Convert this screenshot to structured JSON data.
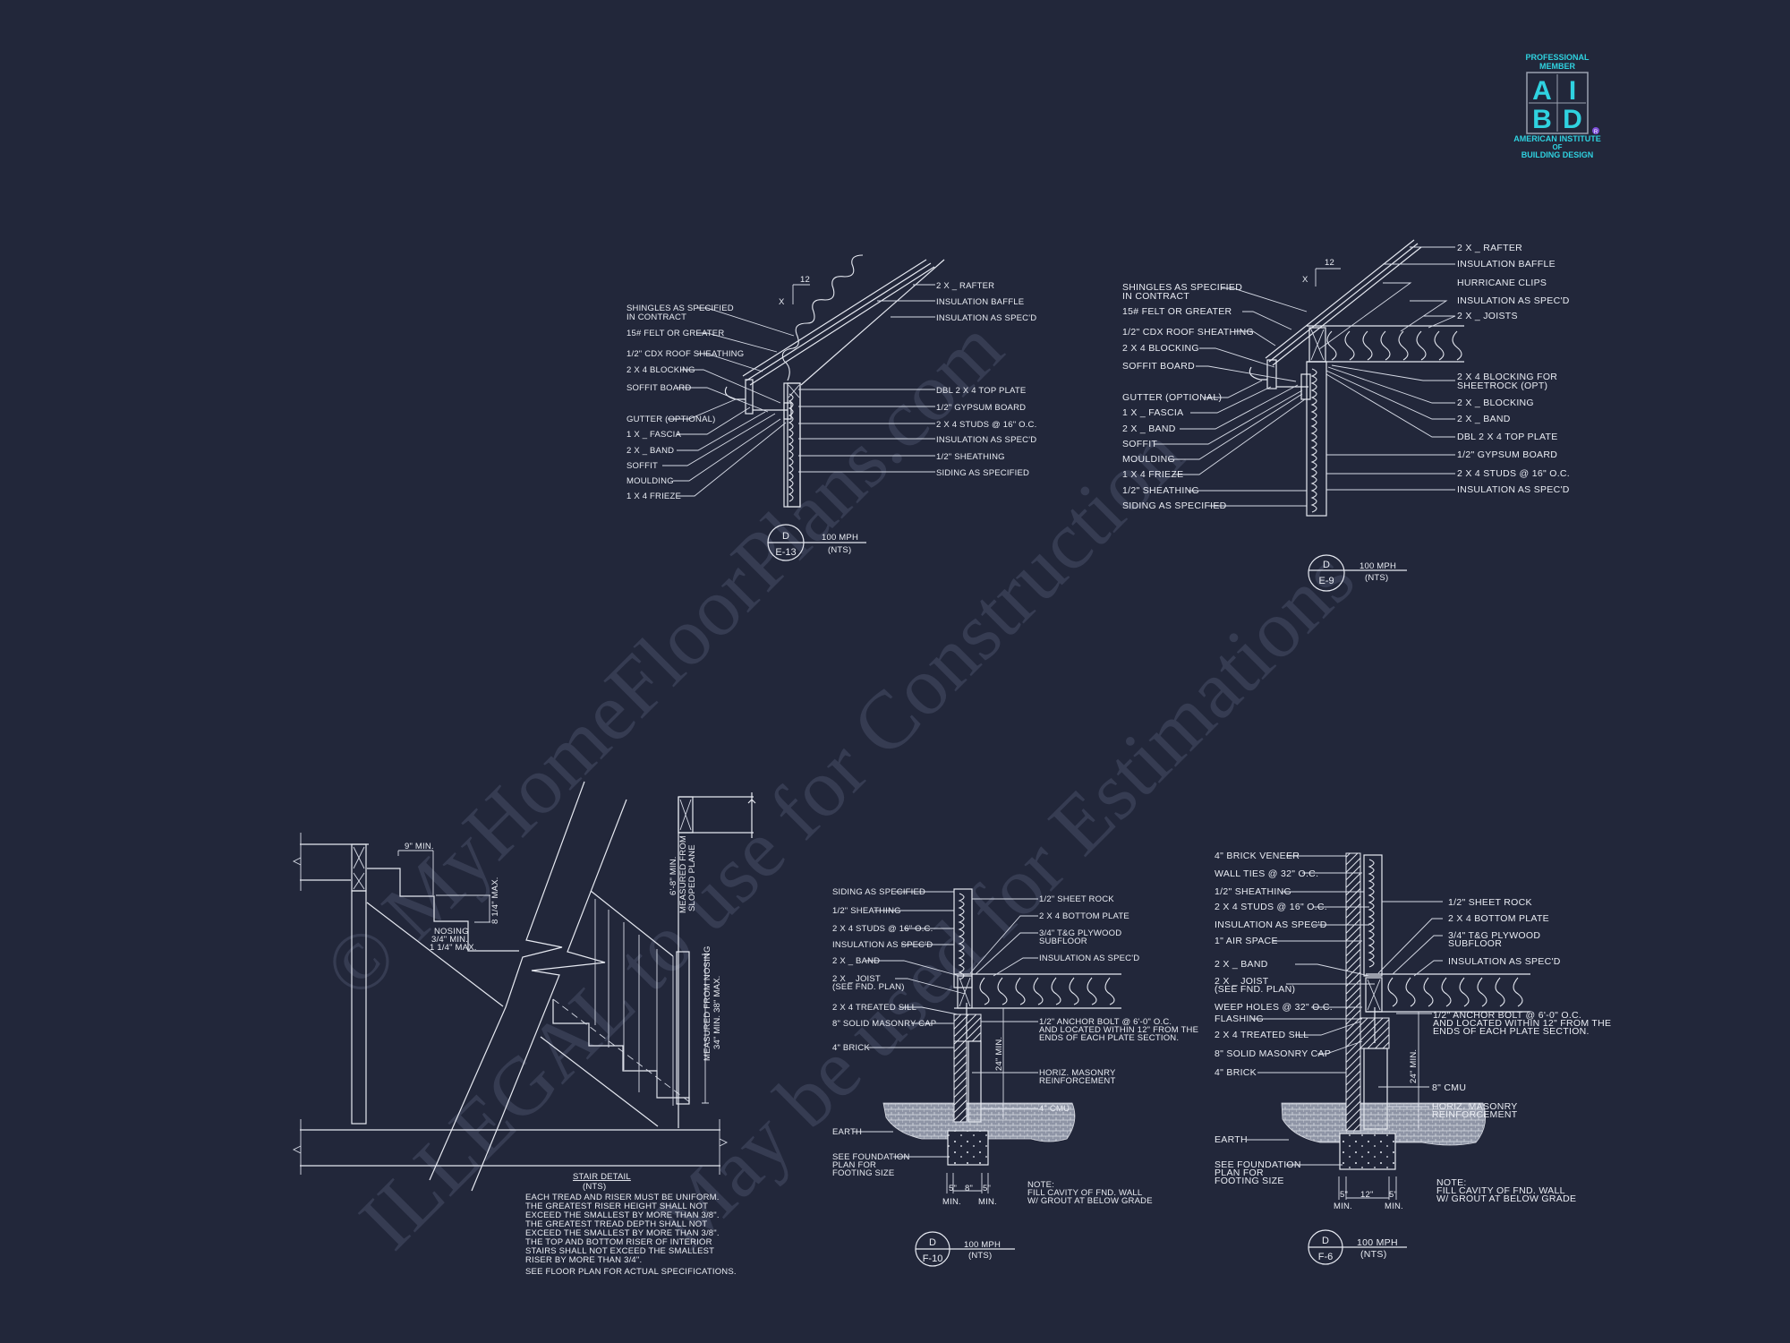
{
  "logo": {
    "top_line1": "PROFESSIONAL",
    "top_line2": "MEMBER",
    "letters": [
      "A",
      "I",
      "B",
      "D"
    ],
    "registered": "R",
    "bottom_line1": "AMERICAN INSTITUTE",
    "bottom_line2": "OF",
    "bottom_line3": "BUILDING DESIGN",
    "color": "#2fd2e0"
  },
  "watermark": {
    "line1": "© MyHomeFloorPlans.com",
    "line2": "ILLEGAL to use for Construction",
    "line3": "May be used for Estimations"
  },
  "details": {
    "eave_e13": {
      "pitch_rise": "X",
      "pitch_run": "12",
      "left_labels": [
        "SHINGLES AS SPECIFIED",
        "IN CONTRACT",
        "15# FELT OR GREATER",
        "1/2\" CDX ROOF SHEATHING",
        "2 X 4 BLOCKING",
        "SOFFIT  BOARD",
        "GUTTER (OPTIONAL)",
        "1 X _ FASCIA",
        "2 X _ BAND",
        "SOFFIT",
        "MOULDING",
        "1 X 4 FRIEZE"
      ],
      "right_labels": [
        "2 X _ RAFTER",
        "INSULATION BAFFLE",
        "INSULATION AS SPEC'D",
        "DBL 2 X 4 TOP PLATE",
        "1/2\" GYPSUM BOARD",
        "2 X 4 STUDS @ 16\" O.C.",
        "INSULATION AS SPEC'D",
        "1/2\" SHEATHING",
        "SIDING AS SPECIFIED"
      ],
      "tag_top": "D",
      "tag_bottom": "E-13",
      "wind": "100 MPH",
      "scale": "(NTS)"
    },
    "eave_e9": {
      "pitch_rise": "X",
      "pitch_run": "12",
      "left_labels": [
        "SHINGLES AS SPECIFIED",
        "IN CONTRACT",
        "15# FELT OR GREATER",
        "1/2\" CDX ROOF SHEATHING",
        "2 X 4 BLOCKING",
        "SOFFIT  BOARD",
        "GUTTER (OPTIONAL)",
        "1 X _ FASCIA",
        "2 X _ BAND",
        "SOFFIT",
        "MOULDING",
        "1 X 4 FRIEZE",
        "1/2\" SHEATHING",
        "SIDING AS SPECIFIED"
      ],
      "right_labels": [
        "2 X _ RAFTER",
        "INSULATION BAFFLE",
        "HURRICANE CLIPS",
        "INSULATION AS SPEC'D",
        "2 X _ JOISTS",
        "2 X 4 BLOCKING FOR",
        "SHEETROCK (OPT)",
        "2 X _ BLOCKING",
        "2 X _ BAND",
        "DBL 2 X 4 TOP PLATE",
        "1/2\" GYPSUM BOARD",
        "2 X 4 STUDS @ 16\" O.C.",
        "INSULATION AS SPEC'D"
      ],
      "tag_top": "D",
      "tag_bottom": "E-9",
      "wind": "100 MPH",
      "scale": "(NTS)"
    },
    "stair": {
      "tread_dim": "9\" MIN.",
      "riser_dim": "8 1/4\" MAX.",
      "nosing": [
        "NOSING",
        "3/4\" MIN.",
        "1 1/4\" MAX."
      ],
      "headroom": [
        "6'-8\" MIN.",
        "MEASURED FROM",
        "SLOPED PLANE"
      ],
      "handrail": [
        "MEASURED FROM NOSING",
        "34\" MIN. 38\" MAX."
      ],
      "title": "STAIR DETAIL",
      "scale": "(NTS)",
      "notes": [
        "EACH TREAD AND RISER MUST BE UNIFORM.",
        "THE GREATEST RISER HEIGHT SHALL NOT",
        "EXCEED THE SMALLEST BY MORE THAN  3/8\".",
        "THE GREATEST TREAD DEPTH SHALL NOT",
        "EXCEED THE SMALLEST BY MORE THAN  3/8\".",
        "THE TOP AND BOTTOM RISER OF INTERIOR",
        "STAIRS SHALL NOT EXCEED THE SMALLEST",
        "RISER BY MORE THAN 3/4\".",
        "SEE FLOOR PLAN FOR ACTUAL SPECIFICATIONS."
      ]
    },
    "foundation_f10": {
      "left_labels": [
        "SIDING AS SPECIFIED",
        "1/2\" SHEATHING",
        "2 X 4 STUDS @ 16\" O.C.",
        "INSULATION AS SPEC'D",
        "2 X _ BAND",
        "2 X _ JOIST",
        "(SEE FND. PLAN)",
        "2 X 4 TREATED SILL",
        "8\" SOLID MASONRY CAP",
        "4\" BRICK",
        "EARTH",
        "SEE FOUNDATION",
        "PLAN FOR",
        "FOOTING SIZE"
      ],
      "right_labels": [
        "1/2\" SHEET ROCK",
        "2 X 4 BOTTOM PLATE",
        "3/4\" T&G PLYWOOD",
        "SUBFLOOR",
        "INSULATION AS SPEC'D",
        "1/2\" ANCHOR BOLT @ 6'-0\" O.C.",
        "AND LOCATED WITHIN 12\" FROM THE",
        "ENDS OF EACH PLATE SECTION.",
        "HORIZ. MASONRY",
        "REINFORCEMENT",
        "4\" CMU"
      ],
      "depth_dim": "24\" MIN.",
      "footing_dims": [
        "5\"",
        "8\"",
        "5\""
      ],
      "min_label": "MIN.",
      "note": [
        "NOTE:",
        "FILL CAVITY OF FND. WALL",
        "W/ GROUT AT BELOW GRADE"
      ],
      "tag_top": "D",
      "tag_bottom": "F-10",
      "wind": "100 MPH",
      "scale": "(NTS)"
    },
    "foundation_f6": {
      "left_labels": [
        "4\" BRICK VENEER",
        "WALL TIES @ 32\" O.C.",
        "1/2\" SHEATHING",
        "2 X 4 STUDS @ 16\" O.C.",
        "INSULATION AS SPEC'D",
        "1\" AIR SPACE",
        "2 X _ BAND",
        "2 X _ JOIST",
        "(SEE FND. PLAN)",
        "WEEP HOLES @ 32\" O.C.",
        "FLASHING",
        "2 X 4 TREATED SILL",
        "8\" SOLID MASONRY CAP",
        "4\" BRICK",
        "EARTH",
        "SEE FOUNDATION",
        "PLAN FOR",
        "FOOTING SIZE"
      ],
      "right_labels": [
        "1/2\" SHEET ROCK",
        "2 X 4 BOTTOM PLATE",
        "3/4\" T&G PLYWOOD",
        "SUBFLOOR",
        "INSULATION AS SPEC'D",
        "1/2\" ANCHOR BOLT @ 6'-0\" O.C.",
        "AND LOCATED WITHIN 12\" FROM THE",
        "ENDS OF EACH PLATE SECTION.",
        "8\" CMU",
        "HORIZ. MASONRY",
        "REINFORCEMENT"
      ],
      "depth_dim": "24\" MIN.",
      "footing_dims": [
        "5\"",
        "12\"",
        "5\""
      ],
      "min_label": "MIN.",
      "note": [
        "NOTE:",
        "FILL CAVITY OF FND. WALL",
        "W/ GROUT AT BELOW GRADE"
      ],
      "tag_top": "D",
      "tag_bottom": "F-6",
      "wind": "100 MPH",
      "scale": "(NTS)"
    }
  }
}
